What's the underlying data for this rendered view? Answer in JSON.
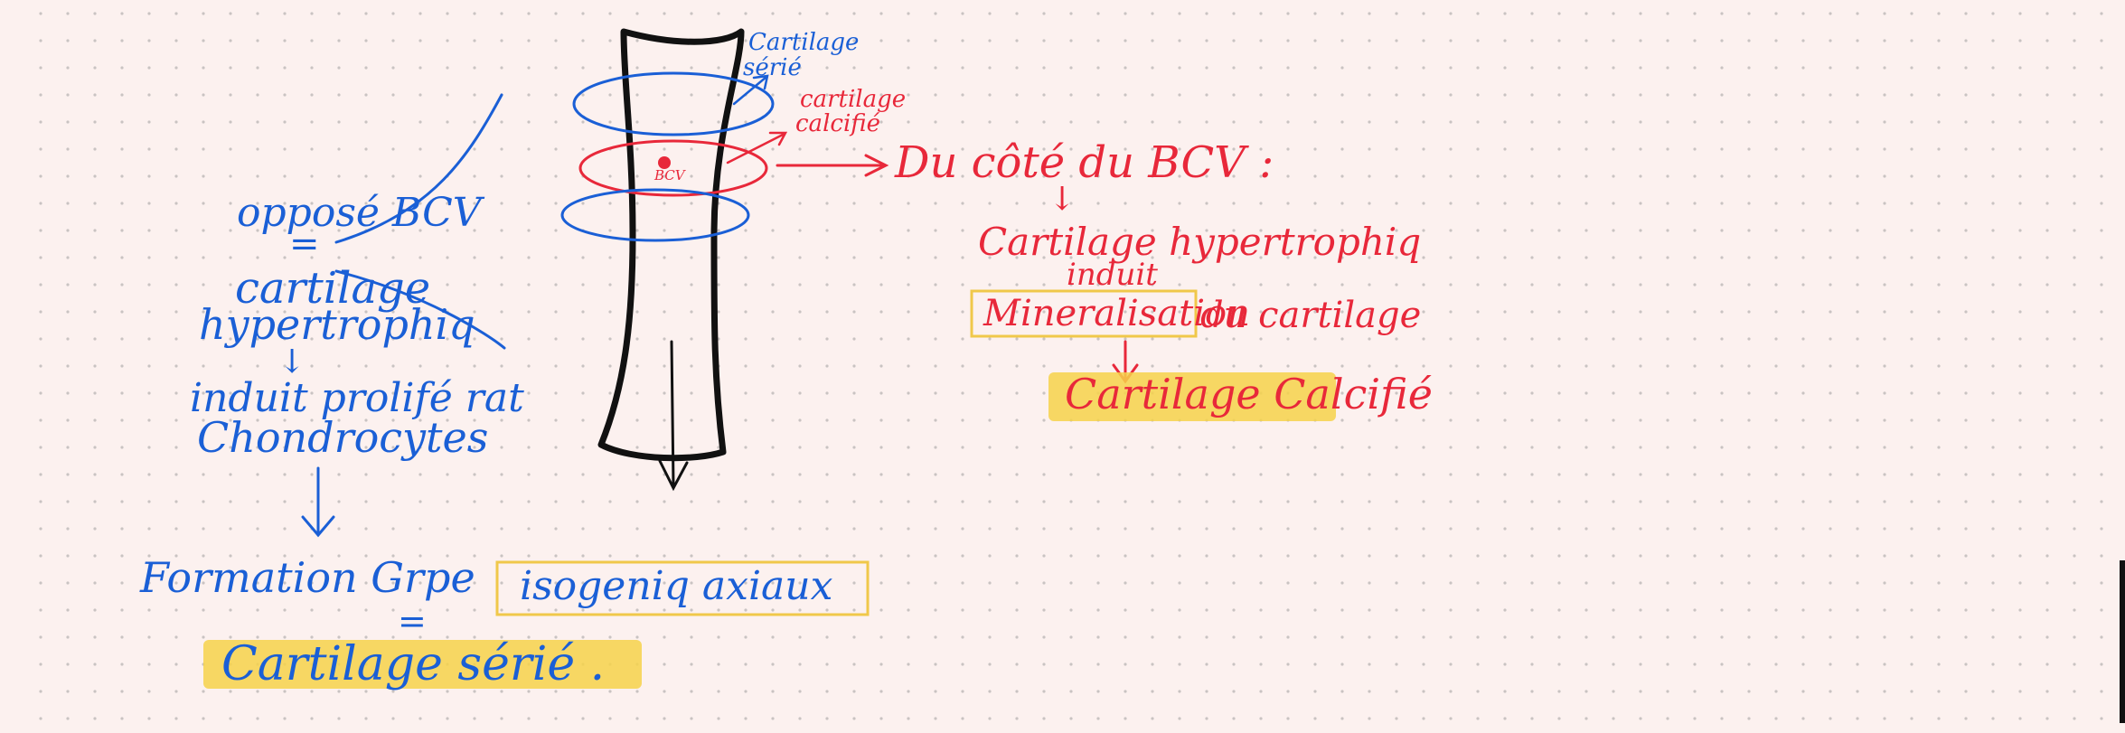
{
  "colors": {
    "background": "#fcf1ef",
    "ink_black": "#111111",
    "ink_blue": "#1a5fd6",
    "ink_red": "#e8283a",
    "highlight_yellow": "#f6d24a",
    "box_yellow": "#f0c84a",
    "grid_dot": "#c9c3c2"
  },
  "left": {
    "line1": "opposé BCV",
    "equals1": "=",
    "line2": "cartilage",
    "line3": "hypertrophiq",
    "arrow_small": "↓",
    "line4": "induit prolifé rat",
    "line5": "Chondrocytes",
    "formation_prefix": "Formation Grpe",
    "formation_boxed": "isogeniq axiaux",
    "equals2": "=",
    "highlight": "Cartilage sérié ."
  },
  "bone": {
    "label_top": "Cartilage",
    "label_top2": "sérié",
    "label_red": "cartilage",
    "label_red2": "calcifié",
    "bcv": "BCV"
  },
  "right": {
    "title": "Du côté du BCV :",
    "arrow_small": "↓",
    "line1": "Cartilage hypertrophiq",
    "line2": "induit",
    "boxed": "Mineralisation",
    "line3_rest": "du cartilage",
    "highlight": "Cartilage Calcifié"
  }
}
